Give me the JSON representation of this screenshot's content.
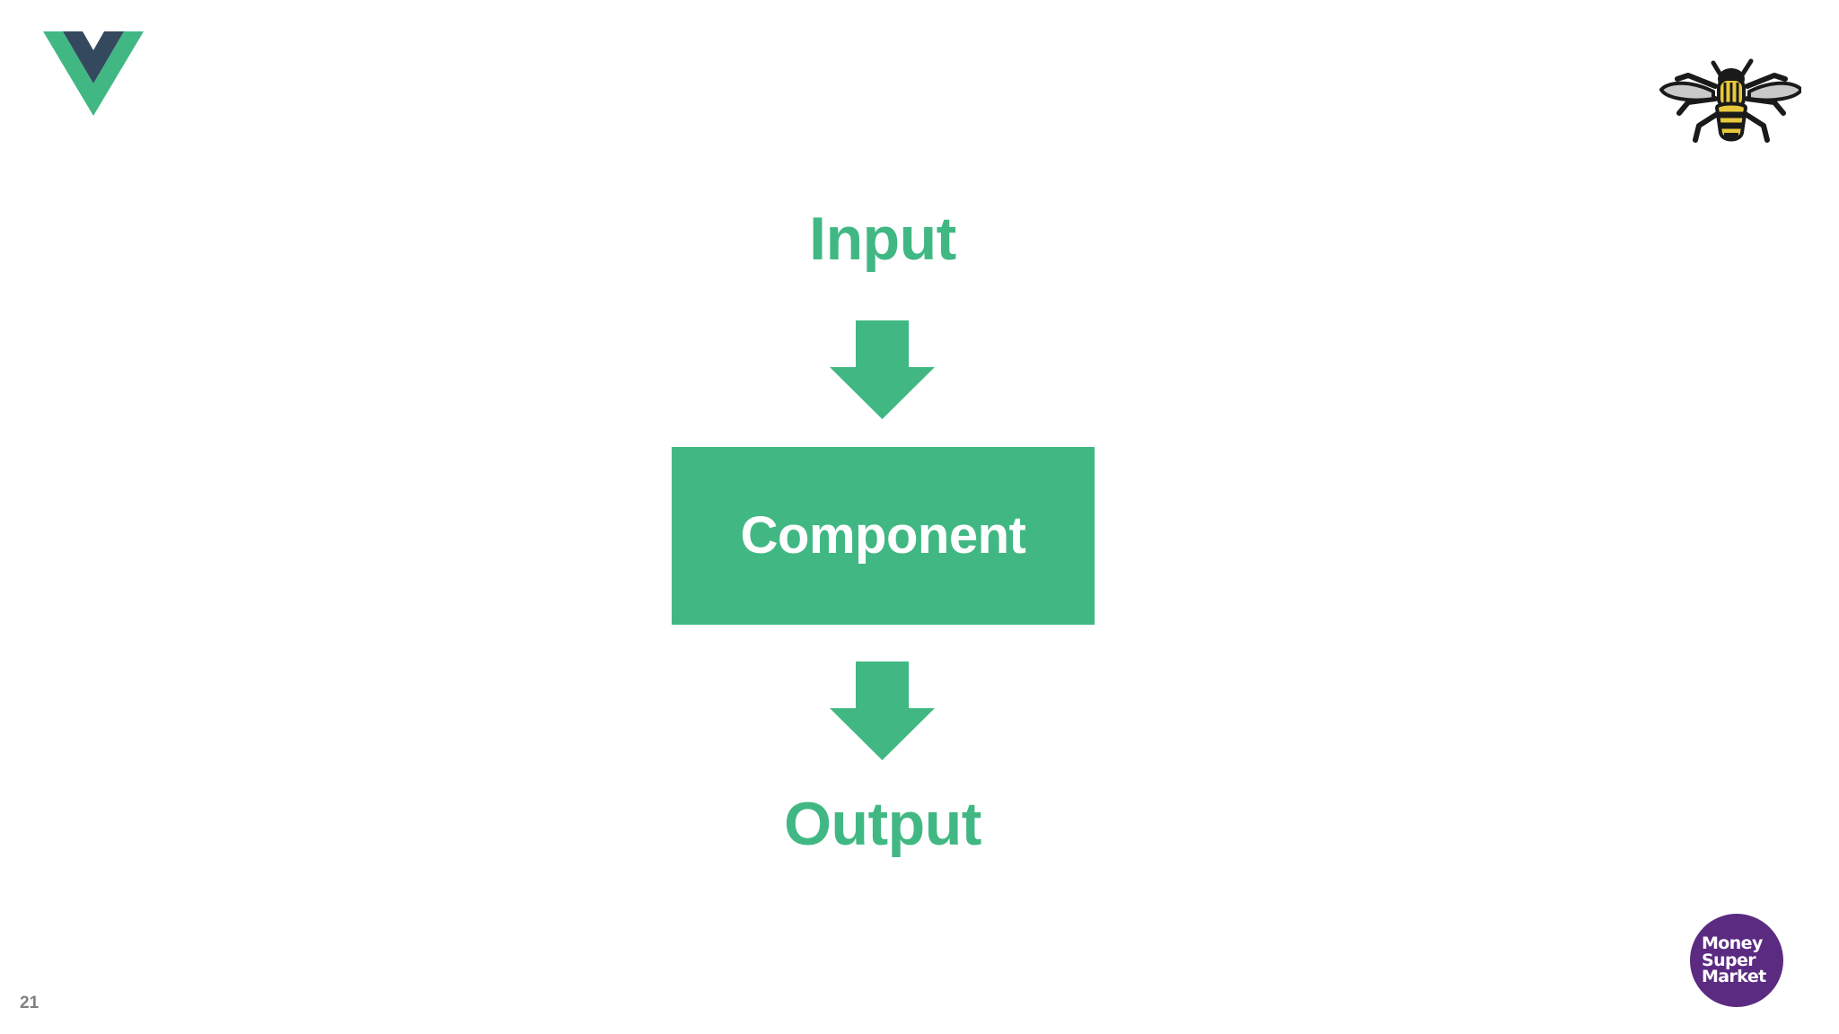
{
  "slide": {
    "page_number": "21",
    "background_color": "#ffffff"
  },
  "colors": {
    "accent_green": "#41b883",
    "vue_dark": "#35495e",
    "component_text": "#ffffff",
    "msm_purple": "#5b2b82",
    "page_number": "#808080",
    "bee_yellow": "#e8c93c",
    "bee_black": "#1a1a1a",
    "bee_wing": "#c9c9c9"
  },
  "branding": {
    "vue_logo": {
      "name": "vue-logo",
      "alt": "Vue.js logo"
    },
    "bee_logo": {
      "name": "manchester-bee-icon",
      "alt": "Manchester worker bee"
    },
    "msm_logo": {
      "name": "moneysupermarket-logo",
      "lines": [
        "Money",
        "Super",
        "Market"
      ]
    }
  },
  "diagram": {
    "type": "flow",
    "nodes": [
      {
        "id": "input",
        "label": "Input",
        "kind": "label"
      },
      {
        "id": "arrow-top",
        "label": "",
        "kind": "arrow-down"
      },
      {
        "id": "component",
        "label": "Component",
        "kind": "box"
      },
      {
        "id": "arrow-bottom",
        "label": "",
        "kind": "arrow-down"
      },
      {
        "id": "output",
        "label": "Output",
        "kind": "label"
      }
    ],
    "input_label": "Input",
    "component_label": "Component",
    "output_label": "Output"
  }
}
